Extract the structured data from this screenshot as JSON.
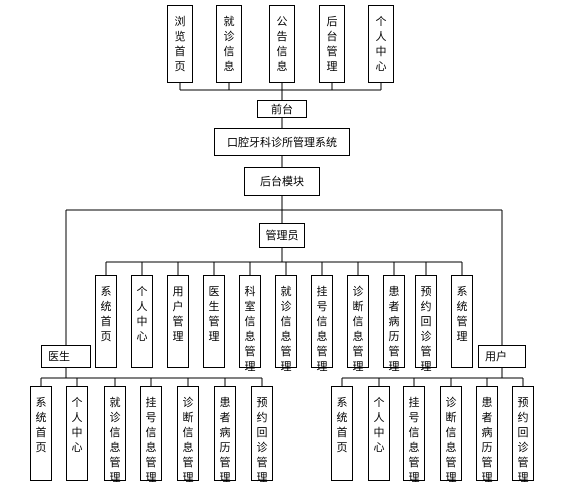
{
  "frontend_modules": [
    "浏览首页",
    "就诊信息",
    "公告信息",
    "后台管理",
    "个人中心"
  ],
  "frontend_label": "前台",
  "system_title": "口腔牙科诊所管理系统",
  "backend_label": "后台模块",
  "admin_label": "管理员",
  "admin_modules": [
    "系统首页",
    "个人中心",
    "用户管理",
    "医生管理",
    "科室信息管理",
    "就诊信息管理",
    "挂号信息管理",
    "诊断信息管理",
    "患者病历管理",
    "预约回诊管理",
    "系统管理"
  ],
  "doctor_label": "医生",
  "doctor_modules": [
    "系统首页",
    "个人中心",
    "就诊信息管理",
    "挂号信息管理",
    "诊断信息管理",
    "患者病历管理",
    "预约回诊管理"
  ],
  "user_label": "用户",
  "user_modules": [
    "系统首页",
    "个人中心",
    "挂号信息管理",
    "诊断信息管理",
    "患者病历管理",
    "预约回诊管理"
  ]
}
